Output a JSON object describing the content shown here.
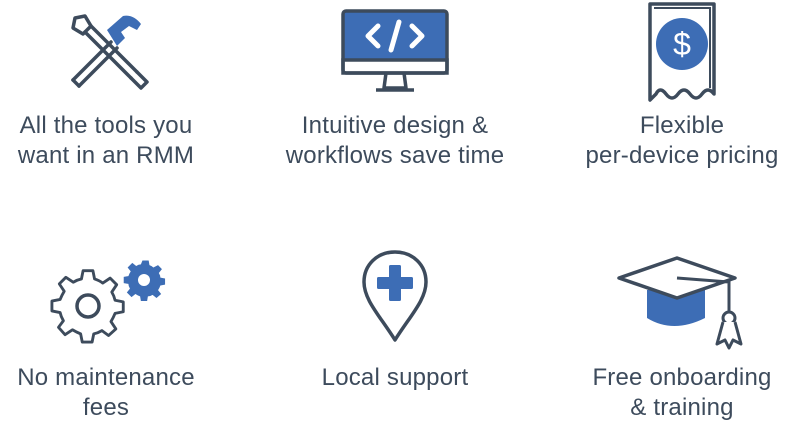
{
  "colors": {
    "accent": "#3d6db5",
    "outline": "#3d4b5c",
    "text": "#3d4b5c",
    "background": "#ffffff"
  },
  "features": [
    {
      "icon": "hammer-wrench-icon",
      "line1": "All the tools you",
      "line2": "want in an RMM"
    },
    {
      "icon": "monitor-code-icon",
      "line1": "Intuitive design &",
      "line2": "workflows save time"
    },
    {
      "icon": "receipt-dollar-icon",
      "line1": "Flexible",
      "line2": "per-device pricing"
    },
    {
      "icon": "gears-icon",
      "line1": "No maintenance",
      "line2": "fees"
    },
    {
      "icon": "location-plus-icon",
      "line1": "Local support",
      "line2": ""
    },
    {
      "icon": "graduation-cap-icon",
      "line1": "Free onboarding",
      "line2": "& training"
    }
  ]
}
